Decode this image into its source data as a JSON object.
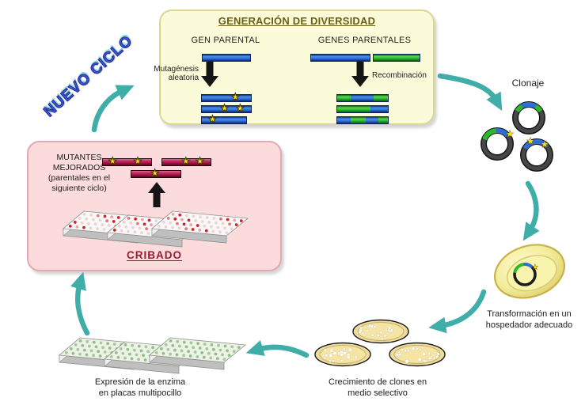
{
  "diagram": {
    "diversity": {
      "title": "GENERACIÓN DE DIVERSIDAD",
      "gen_parental_label": "GEN PARENTAL",
      "genes_parentales_label": "GENES PARENTALES",
      "mutagenesis_line1": "Mutagénesis",
      "mutagenesis_line2": "aleatoria",
      "recombinacion_label": "Recombinación"
    },
    "clonaje_label": "Clonaje",
    "transformacion_line1": "Transformación en un",
    "transformacion_line2": "hospedador adecuado",
    "crecimiento_line1": "Crecimiento de clones en",
    "crecimiento_line2": "medio selectivo",
    "expresion_line1": "Expresión de la enzima",
    "expresion_line2": "en placas multipocillo",
    "nuevo_ciclo_label": "NUEVO CICLO",
    "cribado": {
      "title": "CRIBADO",
      "mutantes_line1": "MUTANTES",
      "mutantes_line2": "MEJORADOS",
      "mutantes_line3": "(parentales en el",
      "mutantes_line4": "siguiente ciclo)"
    }
  },
  "gene_bars": {
    "parental_left": {
      "segments": [
        [
          "blue",
          100
        ]
      ]
    },
    "parental_right_a": {
      "segments": [
        [
          "blue",
          100
        ]
      ]
    },
    "parental_right_b": {
      "segments": [
        [
          "green",
          100
        ]
      ]
    },
    "mut0": {
      "segments": [
        [
          "blue",
          100
        ]
      ],
      "stars": [
        0.68
      ]
    },
    "mut1": {
      "segments": [
        [
          "blue",
          100
        ]
      ],
      "stars": [
        0.46,
        0.78
      ]
    },
    "mut2": {
      "segments": [
        [
          "blue",
          100
        ]
      ],
      "stars": [
        0.24
      ]
    },
    "rec0": {
      "segments": [
        [
          "green",
          27
        ],
        [
          "blue",
          45
        ],
        [
          "green",
          28
        ]
      ]
    },
    "rec1": {
      "segments": [
        [
          "green",
          66
        ],
        [
          "blue",
          34
        ]
      ]
    },
    "rec2": {
      "segments": [
        [
          "blue",
          26
        ],
        [
          "green",
          30
        ],
        [
          "blue",
          26
        ],
        [
          "green",
          18
        ]
      ]
    },
    "imp0": {
      "segments": [
        [
          "maroon",
          100
        ]
      ],
      "stars": [
        0.2,
        0.72
      ]
    },
    "imp1": {
      "segments": [
        [
          "maroon",
          100
        ]
      ],
      "stars": [
        0.49,
        0.78
      ]
    },
    "imp2": {
      "segments": [
        [
          "maroon",
          100
        ]
      ],
      "stars": [
        0.48
      ]
    }
  },
  "colors": {
    "teal_arrow": "#3FAEA9",
    "gene_blue": "#2E6FD6",
    "gene_green": "#2DB82D",
    "mutant_maroon": "#AE1A4C",
    "star_yellow": "#FFDF1E",
    "box_yellow_bg": "#FBFBDA",
    "box_yellow_border": "#D8D890",
    "box_pink_bg": "#FBDBDC",
    "box_pink_border": "#E2A9B2",
    "title_olive": "#6E5E10",
    "cribado_red": "#9A1B30",
    "nuevo_ciclo_blue": "#3F55DC"
  }
}
